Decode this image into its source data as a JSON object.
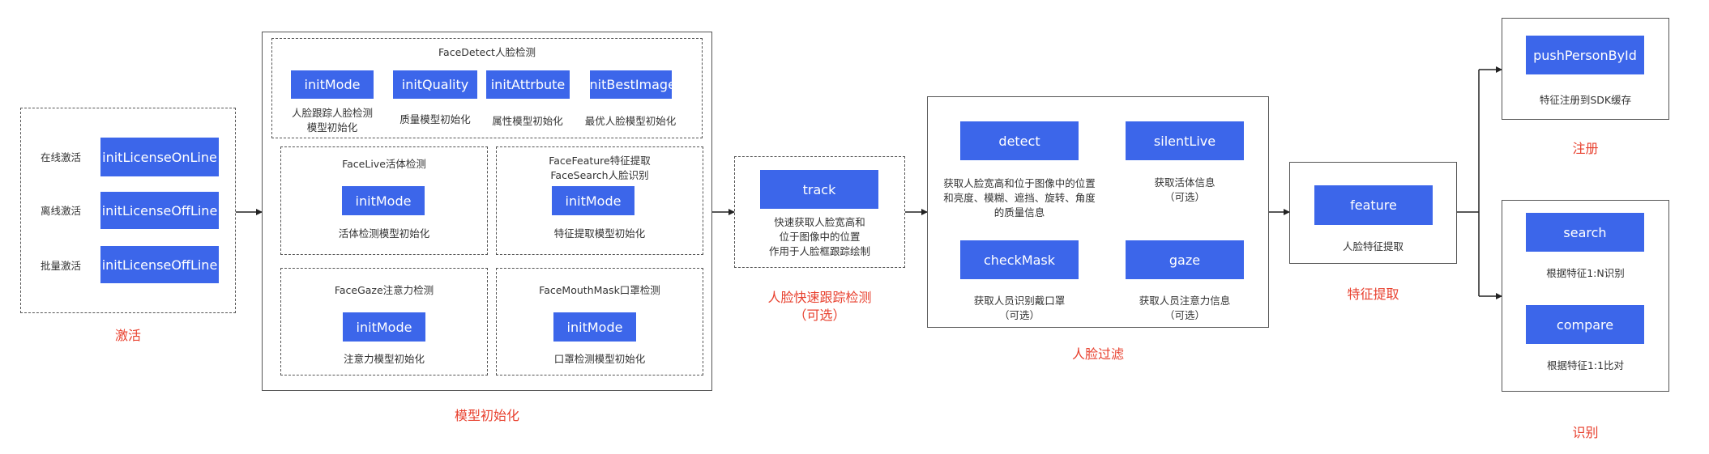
{
  "activation": {
    "rows": [
      {
        "label": "在线激活",
        "button": "initLicenseOnLine"
      },
      {
        "label": "离线激活",
        "button": "initLicenseOffLine"
      },
      {
        "label": "批量激活",
        "button": "initLicenseOffLine"
      }
    ],
    "caption": "激活"
  },
  "model_init": {
    "caption": "模型初始化",
    "detect": {
      "title": "FaceDetect人脸检测",
      "items": [
        {
          "button": "initMode",
          "desc": "人脸跟踪人脸检测\n模型初始化"
        },
        {
          "button": "initQuality",
          "desc": "质量模型初始化"
        },
        {
          "button": "initAttrbute",
          "desc": "属性模型初始化"
        },
        {
          "button": "initBestImage",
          "desc": "最优人脸模型初始化"
        }
      ]
    },
    "live": {
      "title": "FaceLive活体检测",
      "button": "initMode",
      "desc": "活体检测模型初始化"
    },
    "feature": {
      "title": "FaceFeature特征提取\nFaceSearch人脸识别",
      "button": "initMode",
      "desc": "特征提取模型初始化"
    },
    "gaze": {
      "title": "FaceGaze注意力检测",
      "button": "initMode",
      "desc": "注意力模型初始化"
    },
    "mouthmask": {
      "title": "FaceMouthMask口罩检测",
      "button": "initMode",
      "desc": "口罩检测模型初始化"
    }
  },
  "track": {
    "button": "track",
    "desc": "快速获取人脸宽高和\n位于图像中的位置\n作用于人脸框跟踪绘制",
    "caption": "人脸快速跟踪检测\n（可选）"
  },
  "filter": {
    "caption": "人脸过滤",
    "detect": {
      "button": "detect",
      "desc": "获取人脸宽高和位于图像中的位置\n和亮度、模糊、遮挡、旋转、角度\n的质量信息"
    },
    "silentLive": {
      "button": "silentLive",
      "desc": "获取活体信息\n（可选）"
    },
    "checkMask": {
      "button": "checkMask",
      "desc": "获取人员识别戴口罩\n（可选）"
    },
    "gaze": {
      "button": "gaze",
      "desc": "获取人员注意力信息\n（可选）"
    }
  },
  "feature_extract": {
    "button": "feature",
    "desc": "人脸特征提取",
    "caption": "特征提取"
  },
  "register": {
    "button": "pushPersonById",
    "desc": "特征注册到SDK缓存",
    "caption": "注册"
  },
  "recognize": {
    "caption": "识别",
    "search": {
      "button": "search",
      "desc": "根据特征1:N识别"
    },
    "compare": {
      "button": "compare",
      "desc": "根据特征1:1比对"
    }
  },
  "colors": {
    "button_fill": "#3c66ea",
    "caption_red": "#e8412f",
    "border": "#555555"
  }
}
